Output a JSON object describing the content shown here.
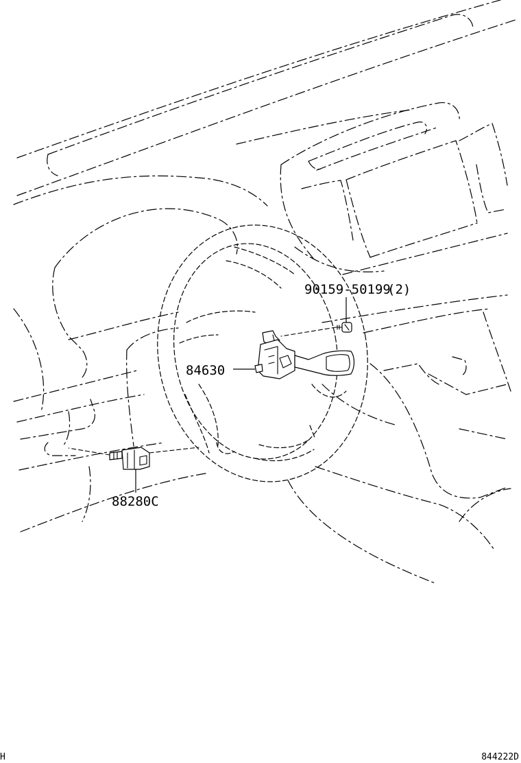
{
  "parts": [
    {
      "id": "screw",
      "number": "90159-50199",
      "qty": "(2)"
    },
    {
      "id": "combination-switch",
      "number": "84630"
    },
    {
      "id": "switch-assy",
      "number": "88280C"
    }
  ],
  "footer": {
    "left_code": "H",
    "right_code": "844222D"
  }
}
